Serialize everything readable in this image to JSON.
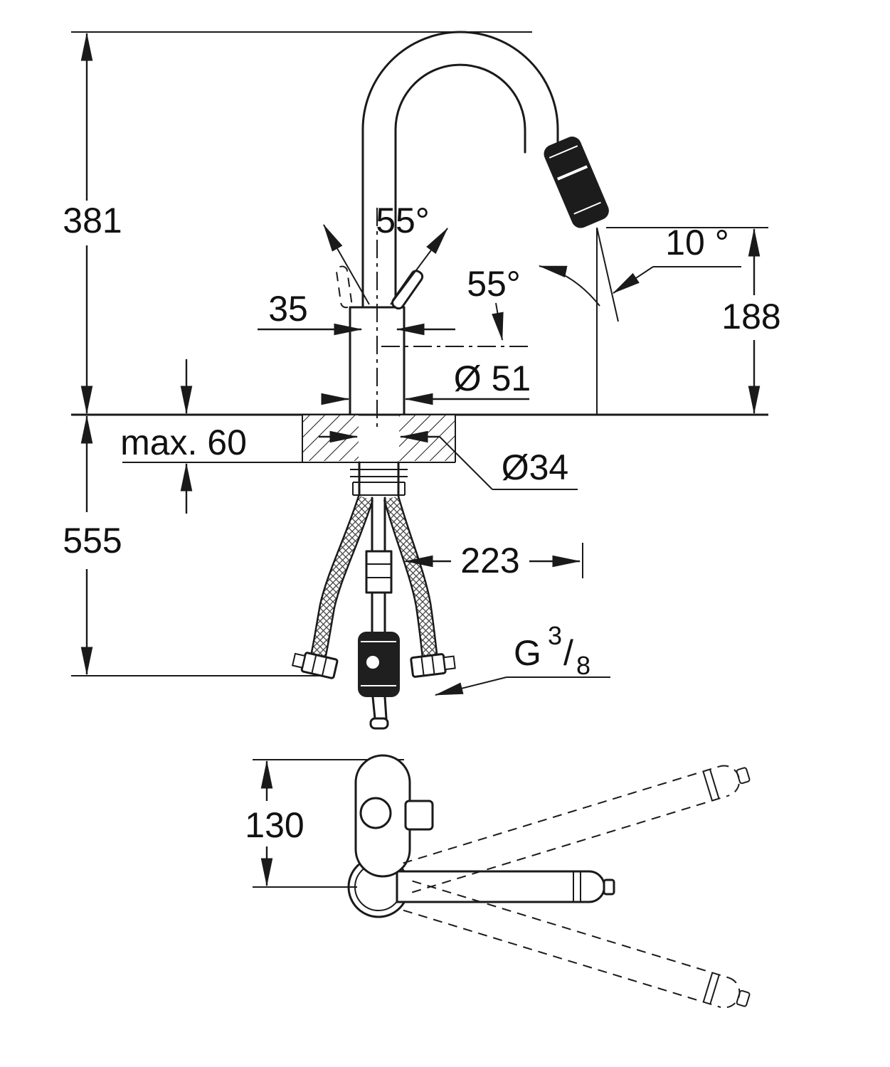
{
  "meta": {
    "kind": "technical dimension drawing",
    "subject": "single-lever kitchen faucet with pull-out spray, side elevation and plan view",
    "ink_color": "#1a1a1a",
    "background_color": "#ffffff",
    "spray_head_fill": "#1c1c1c",
    "hose_weight_fill": "#1f1f1f"
  },
  "labels": {
    "d381": "381",
    "d555": "555",
    "a55_top": "55°",
    "a55_side": "55°",
    "d35": "35",
    "a10": "10 °",
    "d188": "188",
    "dia51": "Ø 51",
    "max60": "max. 60",
    "dia34": "Ø34",
    "d223": "223",
    "gG": "G",
    "gNum": "3",
    "gSlash": "/",
    "gDen": "8",
    "d130": "130"
  }
}
